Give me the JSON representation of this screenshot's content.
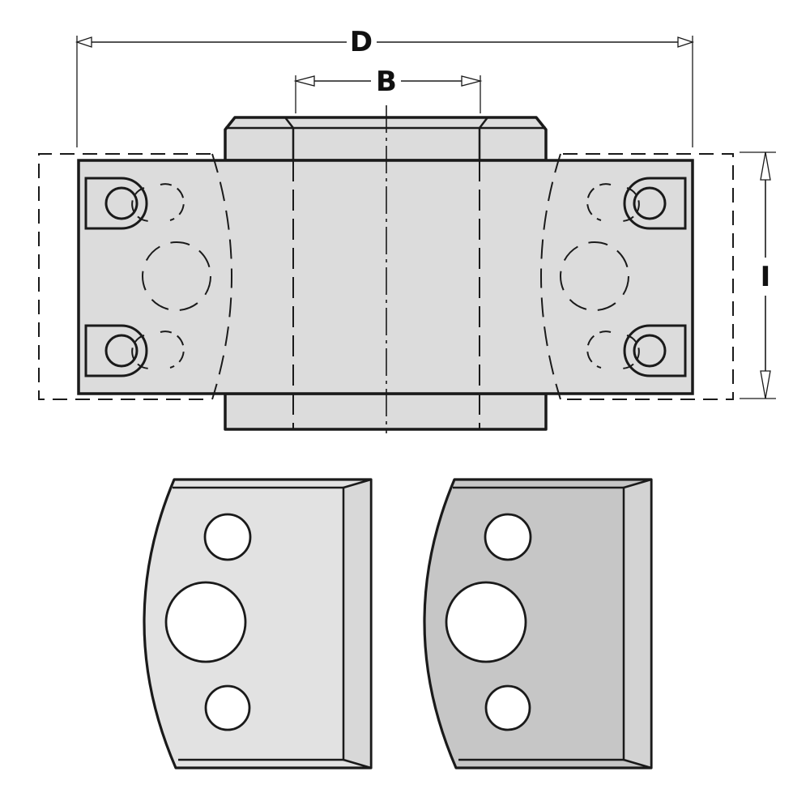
{
  "drawing": {
    "type": "technical-drawing",
    "subject": "cutter head with profile knife plates",
    "colors": {
      "background": "#ffffff",
      "line": "#1a1a1a",
      "fill_light": "#dcdcdc",
      "fill_plate_light": "#e2e2e2",
      "fill_plate_dark": "#c6c6c6",
      "fill_bevel_dark": "#d6d6d6"
    },
    "dimensions": {
      "overall_width": {
        "label": "D"
      },
      "bore_width": {
        "label": "B"
      },
      "height": {
        "label": "I"
      }
    },
    "views": [
      {
        "name": "top-view-assembly",
        "description": "Cutter head body with two knife plates, dashed outline of knife extents"
      },
      {
        "name": "knife-plate-light",
        "description": "Profile knife plate, light grey, 3 holes"
      },
      {
        "name": "knife-plate-dark",
        "description": "Profile knife plate, dark grey, 3 holes"
      }
    ]
  }
}
